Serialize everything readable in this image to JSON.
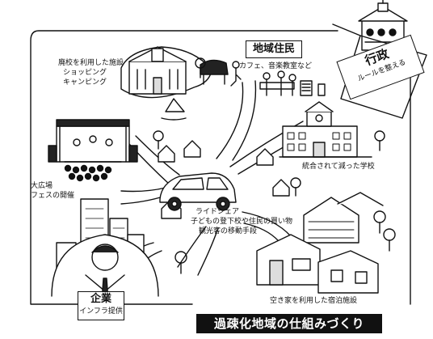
{
  "banner": "過疎化地域の仕組みづくり",
  "gyosei": {
    "title": "行政",
    "subtitle": "ルールを整える"
  },
  "chiiki": {
    "title": "地域住民",
    "subtitle": "カフェ、音楽教室など"
  },
  "kigyo": {
    "title": "企業",
    "subtitle": "インフラ提供"
  },
  "school_caption": [
    "廃校を利用した施設",
    "ショッピング",
    "キャンピング"
  ],
  "festival_caption": [
    "大広場",
    "フェスの開催"
  ],
  "merged_school_caption": "統合されて減った学校",
  "rideshare_caption": [
    "ライドシェア",
    "子どもの登下校や住民の買い物",
    "観光客の移動手段"
  ],
  "vacant_house_caption": "空き家を利用した宿泊施設"
}
